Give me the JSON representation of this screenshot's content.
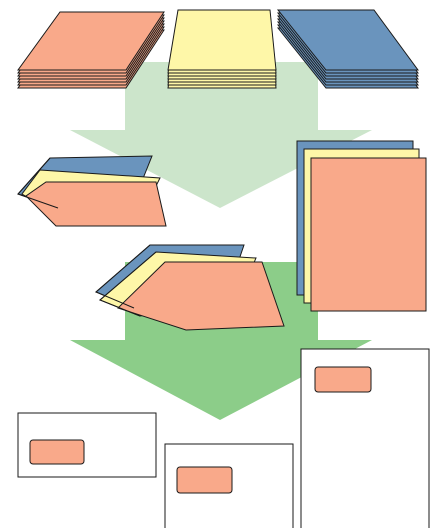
{
  "diagram": {
    "description_text": "",
    "colors": {
      "paper_salmon": "#f9a98a",
      "paper_yellow": "#fef7a8",
      "paper_blue": "#6a94bd",
      "arrow_light": "#cce5cb",
      "arrow_dark": "#8ccd89",
      "outline": "#1a1a1a",
      "envelope": "#ffffff"
    },
    "stacks": [
      {
        "name": "salmon-sheet-stack",
        "color_key": "paper_salmon"
      },
      {
        "name": "yellow-sheet-stack",
        "color_key": "paper_yellow"
      },
      {
        "name": "blue-sheet-stack",
        "color_key": "paper_blue"
      }
    ],
    "envelopes": [
      {
        "name": "small-landscape-envelope"
      },
      {
        "name": "medium-portrait-envelope"
      },
      {
        "name": "large-portrait-envelope"
      }
    ]
  }
}
